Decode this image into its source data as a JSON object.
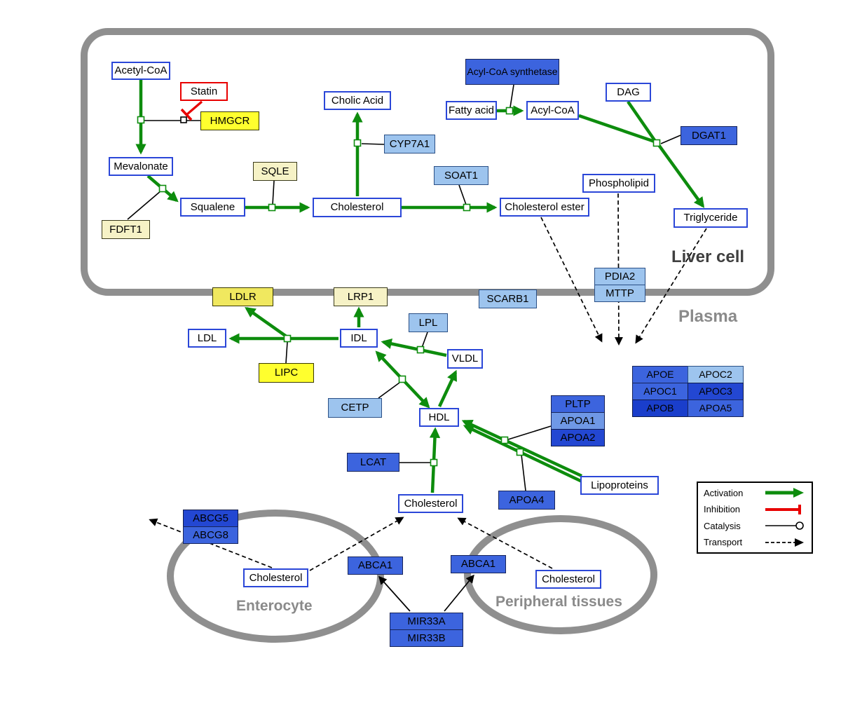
{
  "compartments": {
    "liver": "Liver cell",
    "plasma": "Plasma",
    "enterocyte": "Enterocyte",
    "peripheral": "Peripheral tissues"
  },
  "nodes": {
    "acetyl_coa": "Acetyl-CoA",
    "statin": "Statin",
    "hmgcr": "HMGCR",
    "mevalonate": "Mevalonate",
    "sqle": "SQLE",
    "fdft1": "FDFT1",
    "squalene": "Squalene",
    "cholic_acid": "Cholic Acid",
    "cyp7a1": "CYP7A1",
    "cholesterol_liver": "Cholesterol",
    "soat1": "SOAT1",
    "cholesterol_ester": "Cholesterol ester",
    "acyl_coa_synthetase": "Acyl-CoA synthetase",
    "fatty_acid": "Fatty acid",
    "acyl_coa": "Acyl-CoA",
    "dag": "DAG",
    "dgat1": "DGAT1",
    "phospholipid": "Phospholipid",
    "triglyceride": "Triglyceride",
    "pdia2": "PDIA2",
    "mttp": "MTTP",
    "ldlr": "LDLR",
    "lrp1": "LRP1",
    "scarb1": "SCARB1",
    "ldl": "LDL",
    "idl": "IDL",
    "lpl": "LPL",
    "vldl": "VLDL",
    "lipc": "LIPC",
    "cetp": "CETP",
    "hdl": "HDL",
    "pltp": "PLTP",
    "apoa1": "APOA1",
    "apoa2": "APOA2",
    "lcat": "LCAT",
    "apoa4": "APOA4",
    "lipoproteins": "Lipoproteins",
    "apoe": "APOE",
    "apoc2": "APOC2",
    "apoc1": "APOC1",
    "apoc3": "APOC3",
    "apob": "APOB",
    "apoa5": "APOA5",
    "cholesterol_plasma": "Cholesterol",
    "abcg5": "ABCG5",
    "abcg8": "ABCG8",
    "cholesterol_enterocyte": "Cholesterol",
    "abca1_left": "ABCA1",
    "abca1_right": "ABCA1",
    "cholesterol_peripheral": "Cholesterol",
    "mir33a": "MIR33A",
    "mir33b": "MIR33B"
  },
  "legend": {
    "activation": "Activation",
    "inhibition": "Inhibition",
    "catalysis": "Catalysis",
    "transport": "Transport"
  },
  "colors": {
    "activation_green": "#0d8c0d",
    "inhibition_red": "#e80000",
    "compartment_gray": "#8f8f8f",
    "metabolite_border_blue": "#2b47d8",
    "enzyme_blue": "#3c64de",
    "enzyme_light_blue": "#9dc4ee",
    "highlight_yellow": "#ffff2e"
  }
}
